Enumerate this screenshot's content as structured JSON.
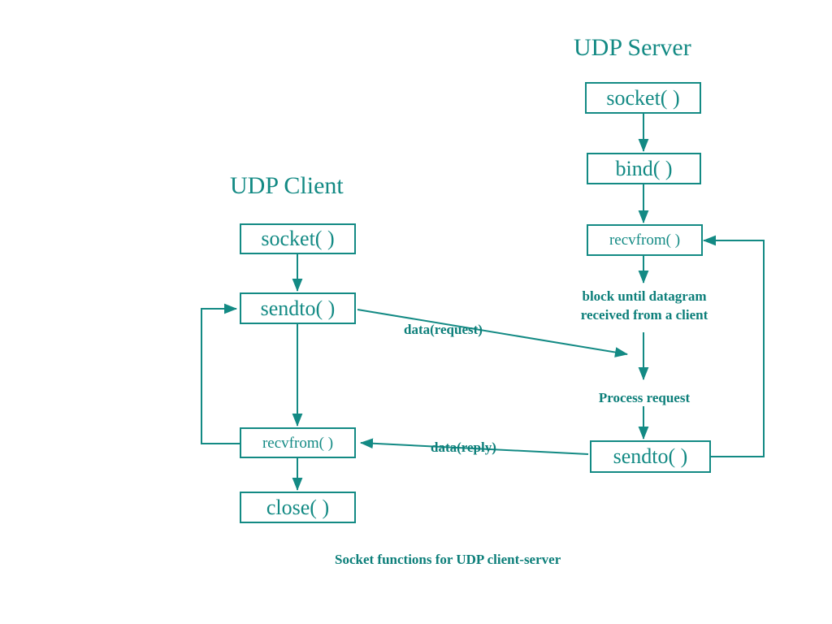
{
  "diagram": {
    "caption": "Socket functions for UDP client-server",
    "stroke_color": "#138a84",
    "text_color": "#0d7f7a",
    "background": "#ffffff"
  },
  "client": {
    "title": "UDP Client",
    "nodes": [
      {
        "id": "client-socket",
        "label": "socket( )"
      },
      {
        "id": "client-sendto",
        "label": "sendto( )"
      },
      {
        "id": "client-recvfrom",
        "label": "recvfrom( )"
      },
      {
        "id": "client-close",
        "label": "close( )"
      }
    ]
  },
  "server": {
    "title": "UDP Server",
    "nodes": [
      {
        "id": "server-socket",
        "label": "socket( )"
      },
      {
        "id": "server-bind",
        "label": "bind( )"
      },
      {
        "id": "server-recvfrom",
        "label": "recvfrom( )"
      },
      {
        "id": "server-sendto",
        "label": "sendto( )"
      }
    ],
    "notes": [
      {
        "id": "block-note",
        "line1": "block until datagram",
        "line2": "received from a client"
      },
      {
        "id": "process-note",
        "line1": "Process request"
      }
    ]
  },
  "edges": {
    "request_label": "data(request)",
    "reply_label": "data(reply)"
  }
}
